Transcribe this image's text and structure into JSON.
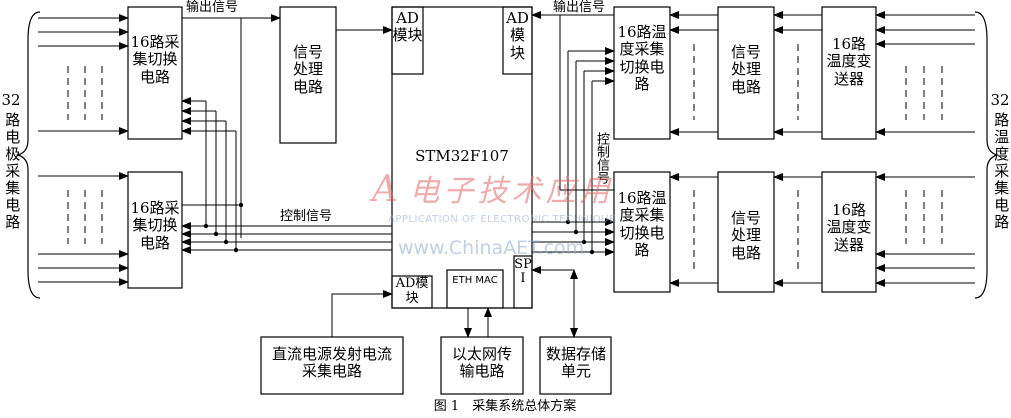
{
  "left_side_label": "32路电极采集电路",
  "left_side_number": "32",
  "left_side_text": "路电极采集电路",
  "right_side_number": "32",
  "right_side_text": "路温度采集电路",
  "blocks": {
    "mux_left_top": "16路采集切换电路",
    "mux_left_bottom": "16路采集切换电路",
    "signal_proc_left": "信号处理电路",
    "mcu_label": "STM32F107",
    "ad_top_left": "AD模块",
    "ad_top_right": "AD模块",
    "ad_bottom": "AD模块",
    "eth_mac": "ETH MAC",
    "spi": "SPI",
    "mux_temp_top": "16路温度采集切换电路",
    "mux_temp_bottom": "16路温度采集切换电路",
    "signal_proc_right_top": "信号处理电路",
    "signal_proc_right_bottom": "信号处理电路",
    "transmitter_top": "16路温度变送器",
    "transmitter_bottom": "16路温度变送器",
    "dc_source": "直流电源发射电流采集电路",
    "ethernet": "以太网传输电路",
    "storage": "数据存储单元"
  },
  "signals": {
    "output_left": "输出信号",
    "output_right": "输出信号",
    "control_left": "控制信号",
    "control_right": "控制信号"
  },
  "caption": "图 1　采集系统总体方案",
  "watermark": {
    "brand": "电子技术应用",
    "subtitle": "APPLICATION OF ELECTRONIC TECHNIQUE",
    "url": "www.ChinaAET.com"
  }
}
